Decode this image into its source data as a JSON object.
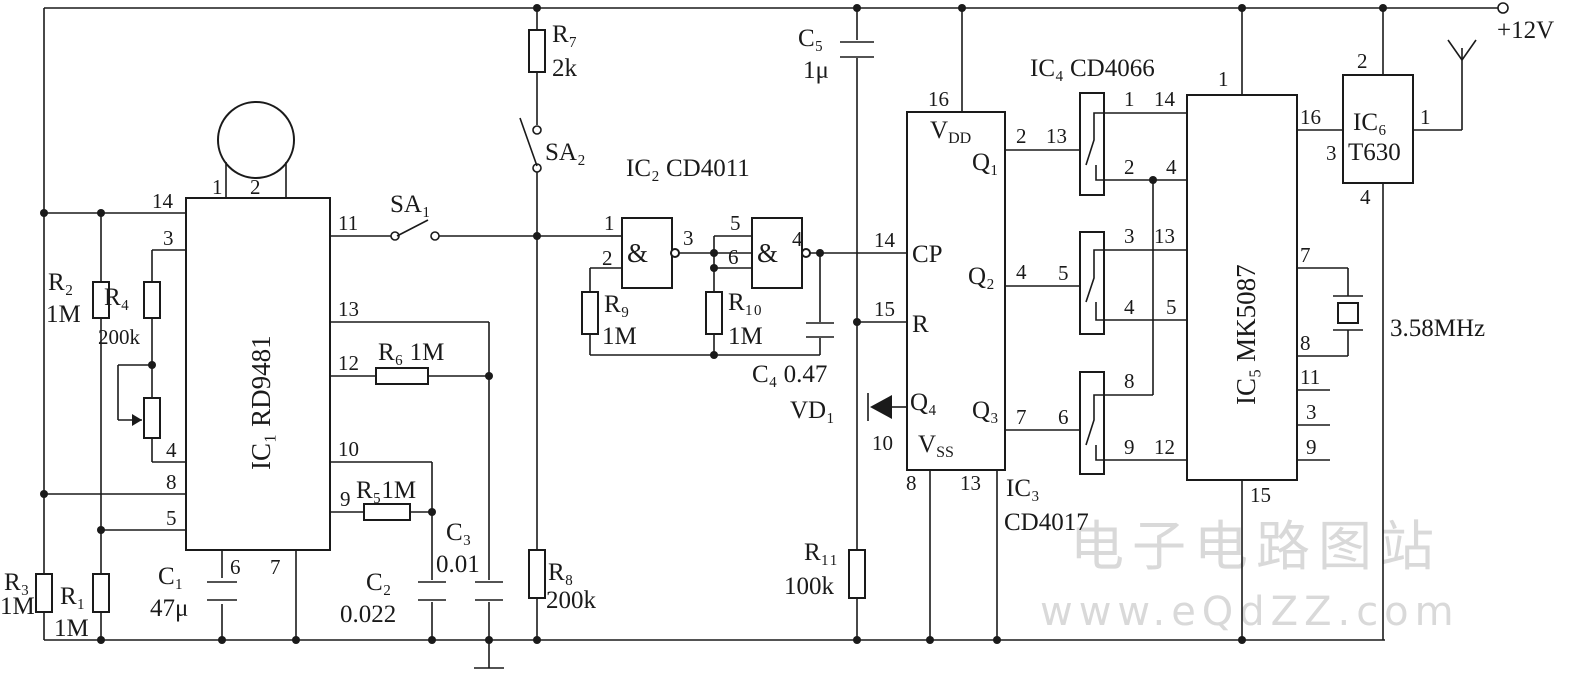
{
  "supply": "+12V",
  "watermark": {
    "cn": "电子电路图站",
    "url": "www.eQdZZ.com"
  },
  "ic1": {
    "name": "IC₁ RD9481",
    "pins": [
      "1",
      "2",
      "14",
      "3",
      "4",
      "8",
      "5",
      "6",
      "7",
      "11",
      "13",
      "12",
      "10",
      "9"
    ]
  },
  "ic2": {
    "name": "IC₂  CD4011",
    "symbol": "&",
    "pins": [
      "1",
      "2",
      "3",
      "5",
      "6",
      "4"
    ]
  },
  "ic3": {
    "name": "IC₃",
    "part": "CD4017",
    "pins": [
      "16",
      "14",
      "15",
      "10",
      "8",
      "13",
      "2",
      "4",
      "7"
    ],
    "pin_labels": [
      "V_DD",
      "Q₁",
      "CP",
      "Q₂",
      "R",
      "Q₄",
      "Q₃",
      "V_SS"
    ]
  },
  "ic4": {
    "name": "IC₄  CD4066",
    "pins": [
      "1",
      "14",
      "13",
      "2",
      "4",
      "3",
      "13",
      "5",
      "4",
      "5",
      "8",
      "6",
      "9",
      "12"
    ]
  },
  "ic5": {
    "name": "IC₅  MK5087",
    "pins": [
      "1",
      "16",
      "7",
      "8",
      "11",
      "3",
      "9",
      "15"
    ]
  },
  "ic6": {
    "name": "IC₆",
    "part": "T630",
    "pins": [
      "2",
      "3",
      "1",
      "16",
      "4"
    ]
  },
  "components": {
    "r1": "R₁",
    "r1_val": "1M",
    "r2": "R₂",
    "r2_val": "1M",
    "r3": "R₃",
    "r3_val": "1M",
    "r4": "R₄",
    "r4_val": "200k",
    "r5": "R₅1M",
    "r6": "R₆ 1M",
    "r7": "R₇",
    "r7_val": "2k",
    "r8": "R₈",
    "r8_val": "200k",
    "r9": "R₉",
    "r9_val": "1M",
    "r10": "R₁₀",
    "r10_val": "1M",
    "r11": "R₁₁",
    "r11_val": "100k",
    "c1": "C₁",
    "c1_val": "47μ",
    "c2": "C₂",
    "c2_val": "0.022",
    "c3": "C₃",
    "c3_val": "0.01",
    "c4": "C₄ 0.47",
    "c5": "C₅",
    "c5_val": "1μ",
    "vd1": "VD₁",
    "sa1": "SA₁",
    "sa2": "SA₂",
    "crystal": "3.58MHz"
  }
}
